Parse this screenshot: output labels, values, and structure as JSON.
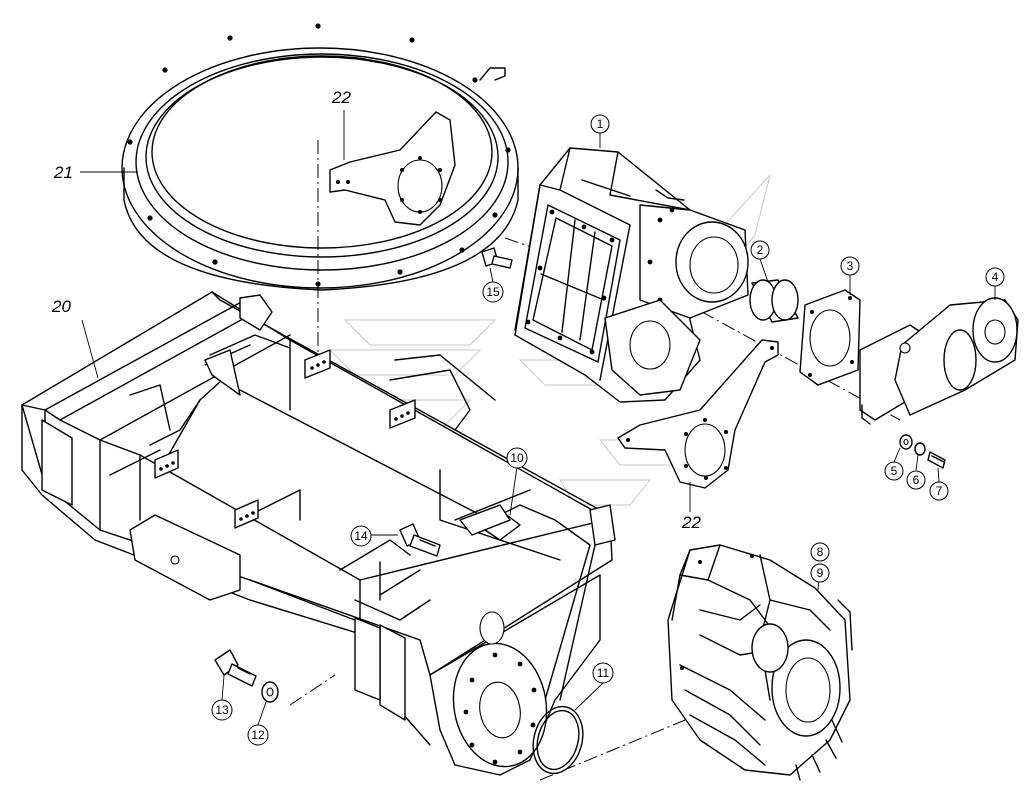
{
  "diagram": {
    "parts": [
      {
        "id": "p1",
        "label": "1"
      },
      {
        "id": "p2",
        "label": "2"
      },
      {
        "id": "p3",
        "label": "3"
      },
      {
        "id": "p4",
        "label": "4"
      },
      {
        "id": "p5",
        "label": "5"
      },
      {
        "id": "p6",
        "label": "6"
      },
      {
        "id": "p7",
        "label": "7"
      },
      {
        "id": "p8",
        "label": "8"
      },
      {
        "id": "p9",
        "label": "9"
      },
      {
        "id": "p10",
        "label": "10"
      },
      {
        "id": "p11",
        "label": "11"
      },
      {
        "id": "p12",
        "label": "12"
      },
      {
        "id": "p13",
        "label": "13"
      },
      {
        "id": "p14",
        "label": "14"
      },
      {
        "id": "p15",
        "label": "15"
      }
    ],
    "labels": [
      {
        "id": "l20",
        "text": "20"
      },
      {
        "id": "l21",
        "text": "21"
      },
      {
        "id": "l22a",
        "text": "22"
      },
      {
        "id": "l22b",
        "text": "22"
      }
    ]
  }
}
